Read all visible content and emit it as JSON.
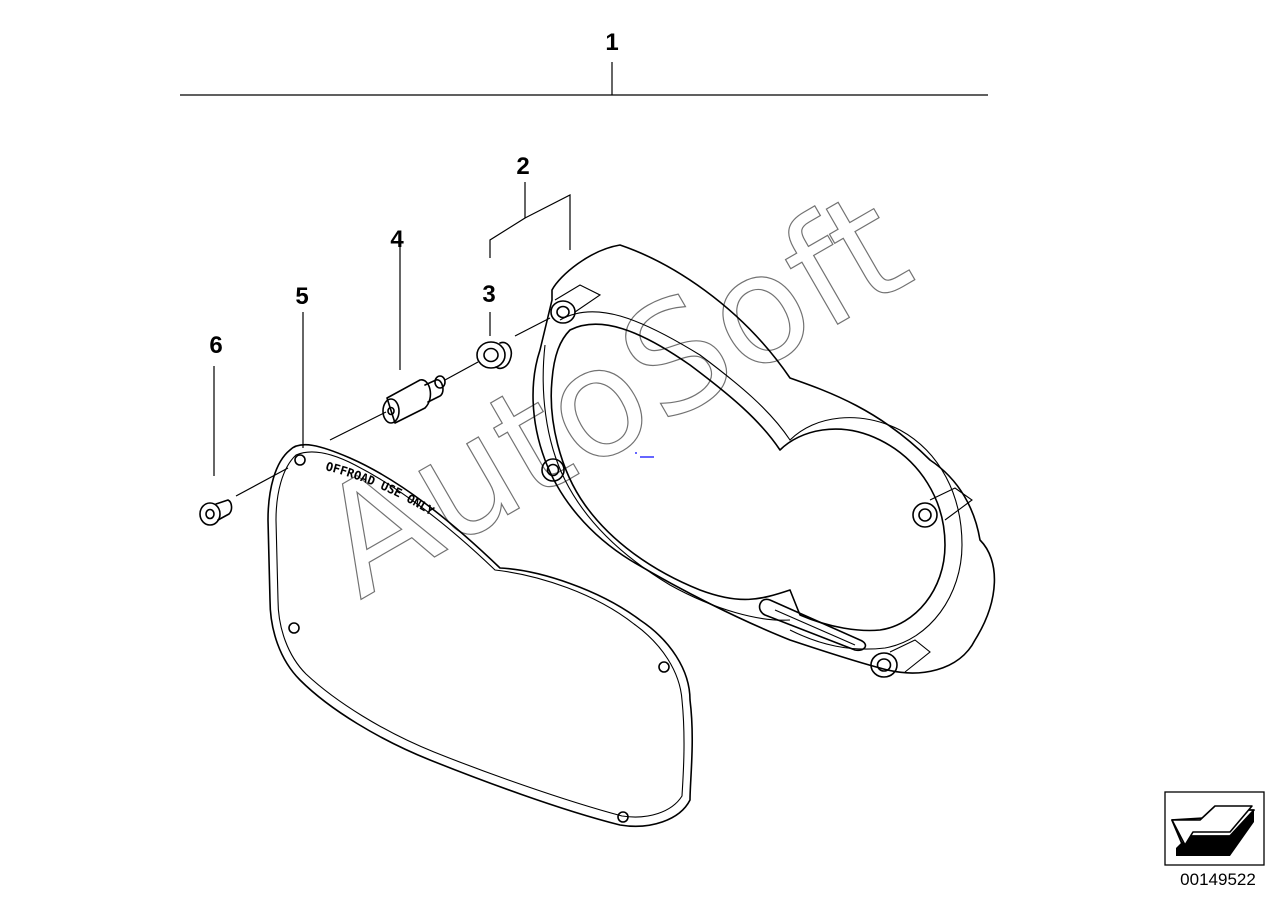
{
  "diagram": {
    "callouts": {
      "c1": "1",
      "c2": "2",
      "c3": "3",
      "c4": "4",
      "c5": "5",
      "c6": "6"
    },
    "embossed_text": "OFFROAD USE ONLY",
    "watermark": "AutoSoft",
    "document_number": "00149522",
    "nav_icon": "arrow-back-icon"
  }
}
